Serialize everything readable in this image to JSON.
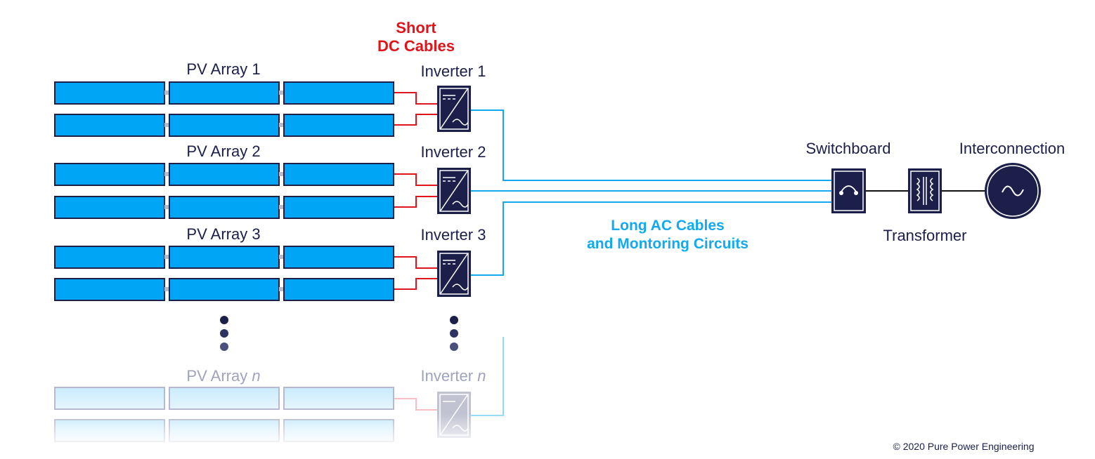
{
  "header": {
    "dc_line1": "Short",
    "dc_line2": "DC Cables"
  },
  "arrays": [
    {
      "label": "PV Array 1",
      "inverter": "Inverter 1"
    },
    {
      "label": "PV Array 2",
      "inverter": "Inverter 2"
    },
    {
      "label": "PV Array 3",
      "inverter": "Inverter 3"
    }
  ],
  "last_array": {
    "label_prefix": "PV Array ",
    "label_var": "n",
    "inverter_prefix": "Inverter ",
    "inverter_var": "n"
  },
  "ac": {
    "line1": "Long AC Cables",
    "line2": "and Montoring Circuits"
  },
  "switchboard": "Switchboard",
  "transformer": "Transformer",
  "interconnection": "Interconnection",
  "copyright": "© 2020 Pure Power Engineering",
  "colors": {
    "panel": "#00a6f5",
    "navy": "#1b1f4a",
    "dc_cable": "#e0141b",
    "ac_cable": "#12a9f0"
  },
  "icons": [
    "inverter-icon",
    "breaker-icon",
    "transformer-icon",
    "ac-source-icon"
  ]
}
